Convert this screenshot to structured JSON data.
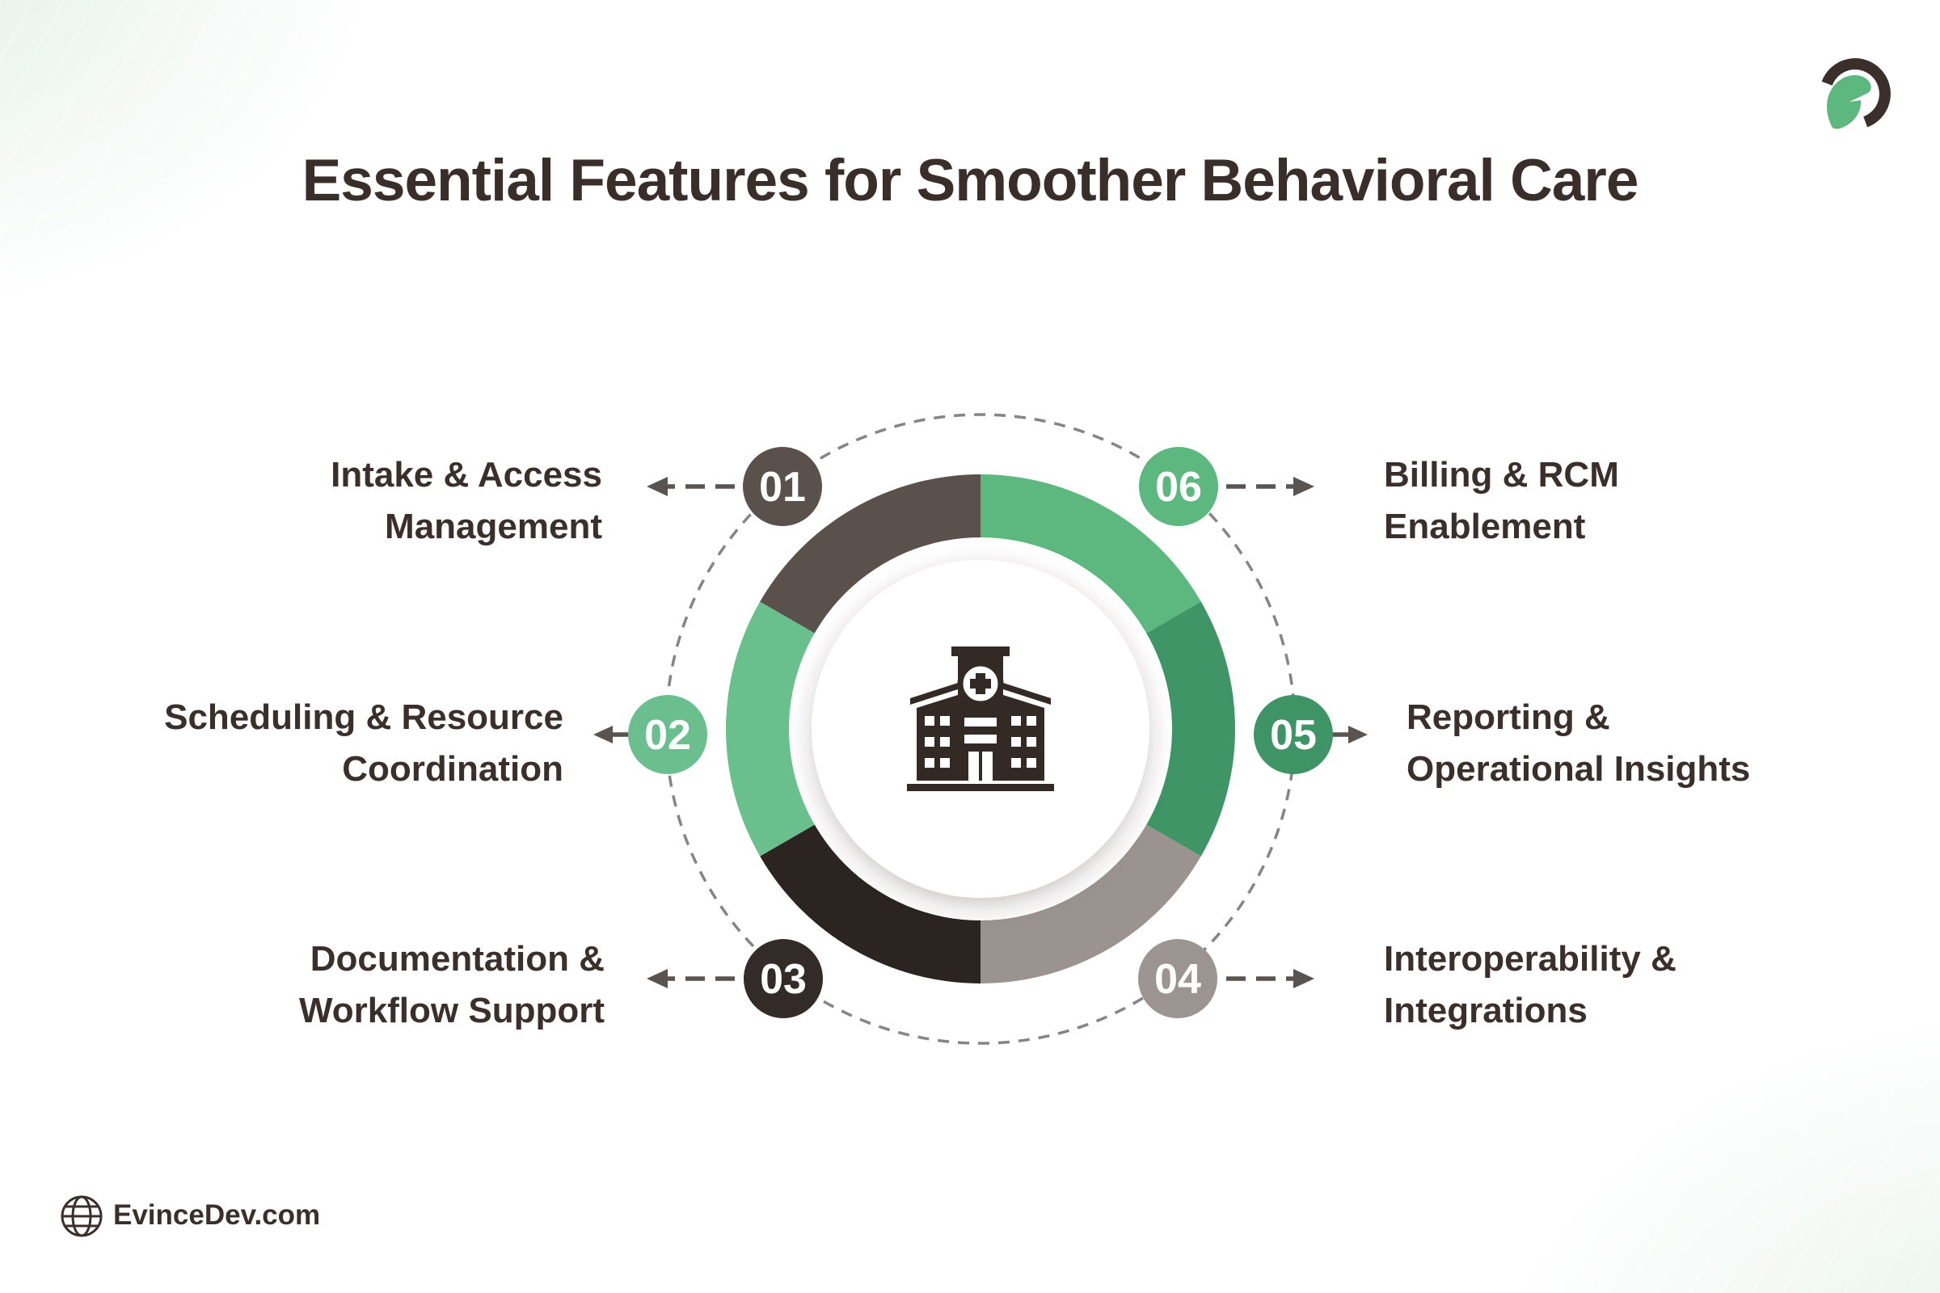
{
  "page": {
    "title": "Essential Features for Smoother Behavioral Care",
    "footer": {
      "site": "EvinceDev.com"
    }
  },
  "icons": {
    "brand_logo": "evincedev-spartan-helmet-logo",
    "center_icon": "hospital-building-icon",
    "footer_icon": "globe-icon"
  },
  "colors": {
    "title_text": "#3a2e2a",
    "label_text": "#3b2f2b",
    "dashed_circle": "#858585",
    "arrow": "#5a5450",
    "icon_dark": "#332a26",
    "logo_dark": "#3a2f2b",
    "logo_green": "#5cb87e",
    "number_text": "#ffffff",
    "background_tint": "#e5f1ea"
  },
  "diagram": {
    "center_icon": "hospital-building",
    "items": [
      {
        "number": "01",
        "label_line1": "Intake & Access",
        "label_line2": "Management",
        "circle_color": "#5a504c",
        "ring_color": "#5a504c",
        "side": "left"
      },
      {
        "number": "02",
        "label_line1": "Scheduling & Resource",
        "label_line2": "Coordination",
        "circle_color": "#6bbe8d",
        "ring_color": "#6ac08c",
        "side": "left"
      },
      {
        "number": "03",
        "label_line1": "Documentation &",
        "label_line2": "Workflow Support",
        "circle_color": "#332b27",
        "ring_color": "#2b2421",
        "side": "left"
      },
      {
        "number": "04",
        "label_line1": "Interoperability &",
        "label_line2": "Integrations",
        "circle_color": "#9b9490",
        "ring_color": "#9a938f",
        "side": "right"
      },
      {
        "number": "05",
        "label_line1": "Reporting &",
        "label_line2": "Operational Insights",
        "circle_color": "#3e9465",
        "ring_color": "#3f9565",
        "side": "right"
      },
      {
        "number": "06",
        "label_line1": "Billing & RCM",
        "label_line2": "Enablement",
        "circle_color": "#5cb87e",
        "ring_color": "#5cb87e",
        "side": "right"
      }
    ]
  }
}
